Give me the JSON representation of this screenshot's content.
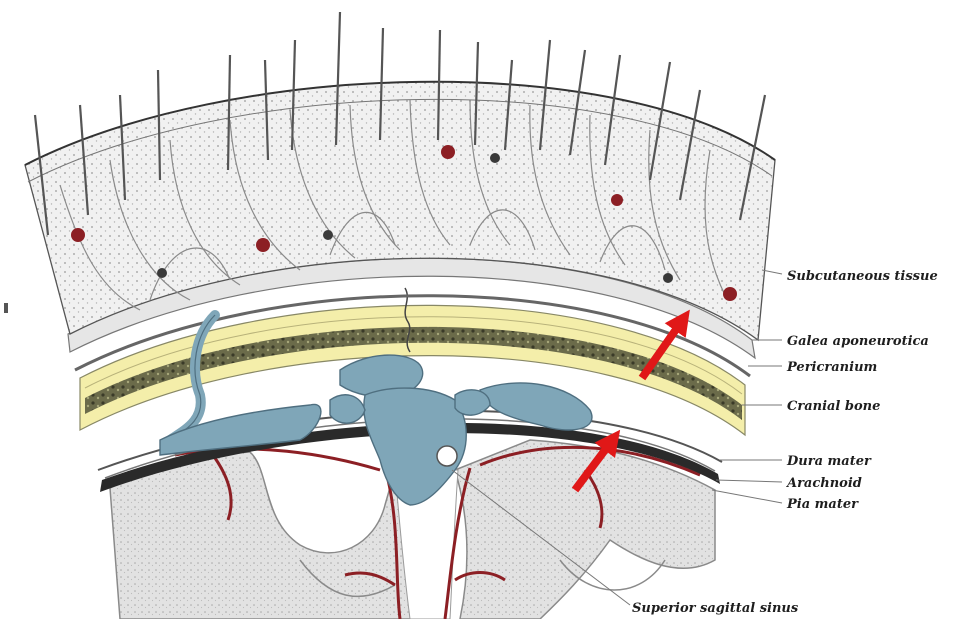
{
  "labels": {
    "subcutaneous": "Subcutaneous tissue",
    "galea": "Galea aponeurotica",
    "pericranium": "Pericranium",
    "cranial_bone": "Cranial bone",
    "dura_mater": "Dura mater",
    "arachnoid": "Arachnoid",
    "pia_mater": "Pia mater",
    "sinus": "Superior sagittal sinus"
  },
  "colors": {
    "bone_yellow": "#f4eeaa",
    "diploe": "#5a5a40",
    "sinus_blue": "#7fa6b8",
    "vessel_red": "#8c1f24",
    "arrow_red": "#e01818",
    "dura_dark": "#2a2a2a",
    "brain_gray": "#dedede"
  },
  "annotations": [
    {
      "kind": "arrow",
      "color": "red",
      "points_to": "galea-aponeurotica"
    },
    {
      "kind": "arrow",
      "color": "red",
      "points_to": "dura-mater"
    }
  ]
}
